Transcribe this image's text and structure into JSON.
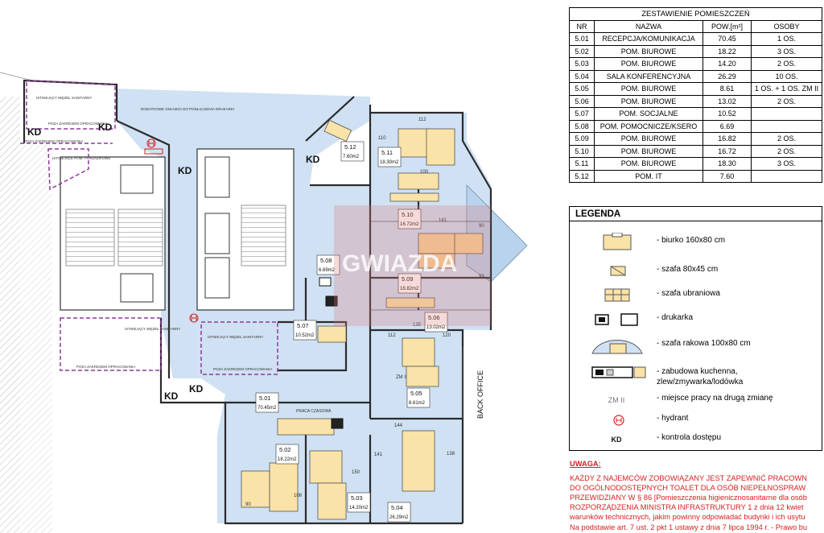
{
  "table": {
    "title": "ZESTAWIENIE POMIESZCZEŃ",
    "headers": [
      "NR",
      "NAZWA",
      "POW.[m²]",
      "OSOBY"
    ],
    "rows": [
      [
        "5.01",
        "RECEPCJA/KOMUNIKACJA",
        "70.45",
        "1 OS."
      ],
      [
        "5.02",
        "POM. BIUROWE",
        "18.22",
        "3 OS."
      ],
      [
        "5.03",
        "POM. BIUROWE",
        "14.20",
        "2 OS."
      ],
      [
        "5.04",
        "SALA KONFERENCYJNA",
        "26.29",
        "10 OS."
      ],
      [
        "5.05",
        "POM. BIUROWE",
        "8.61",
        "1 OS. + 1 OS. ZM II"
      ],
      [
        "5.06",
        "POM. BIUROWE",
        "13.02",
        "2 OS."
      ],
      [
        "5.07",
        "POM. SOCJALNE",
        "10.52",
        ""
      ],
      [
        "5.08",
        "POM. POMOCNICZE/KSERO",
        "6.69",
        ""
      ],
      [
        "5.09",
        "POM. BIUROWE",
        "16.82",
        "2 OS."
      ],
      [
        "5.10",
        "POM. BIUROWE",
        "16.72",
        "2 OS."
      ],
      [
        "5.11",
        "POM. BIUROWE",
        "18.30",
        "3 OS."
      ],
      [
        "5.12",
        "POM. IT",
        "7.60",
        ""
      ]
    ]
  },
  "legend": {
    "title": "LEGENDA",
    "items": [
      {
        "symbol": "desk-symbol",
        "label": "- biurko 160x80 cm"
      },
      {
        "symbol": "cabinet-symbol",
        "label": "- szafa 80x45 cm"
      },
      {
        "symbol": "wardrobe-symbol",
        "label": "- szafa ubraniowa"
      },
      {
        "symbol": "printer-symbol",
        "label": "- drukarka"
      },
      {
        "symbol": "rack-symbol",
        "label": "- szafa rakowa 100x80 cm"
      },
      {
        "symbol": "kitchen-symbol",
        "label": "- zabudowa kuchenna,\nzlew/zmywarka/lodówka"
      },
      {
        "symbol": "zm-text",
        "symbol_text": "ZM II",
        "label": "- miejsce pracy na drugą zmianę"
      },
      {
        "symbol": "hydrant-symbol",
        "label": "- hydrant"
      },
      {
        "symbol": "kd-text",
        "symbol_text": "KD",
        "label": "- kontrola dostępu"
      }
    ]
  },
  "notes": {
    "heading": "UWAGA:",
    "lines": [
      "KAŻDY Z NAJEMCÓW ZOBOWIĄZANY JEST ZAPEWNIĆ PRACOWN",
      "DO OGÓLNODOSTĘPNYCH TOALET DLA OSÓB NIEPEŁNOSPRAW",
      "PRZEWIDZIANY W § 86 [Pomieszczenia higienicznosanitarne dla osób",
      "ROZPORZĄDZENIA MINISTRA INFRASTRUKTURY 1 z dnia 12 kwiet",
      "warunków technicznych, jakim powinny odpowiadać budynki i ich usytu",
      "Na podstawie art. 7 ust. 2 pkt 1 ustawy z dnia 7 lipca 1994 r. - Prawo bu"
    ]
  },
  "plan": {
    "rooms": [
      {
        "nr": "5.01",
        "area": "70.45m2"
      },
      {
        "nr": "5.02",
        "area": "18.22m2"
      },
      {
        "nr": "5.03",
        "area": "14.20m2"
      },
      {
        "nr": "5.04",
        "area": "26.29m2"
      },
      {
        "nr": "5.05",
        "area": "8.61m2"
      },
      {
        "nr": "5.06",
        "area": "13.02m2"
      },
      {
        "nr": "5.07",
        "area": "10.52m2"
      },
      {
        "nr": "5.08",
        "area": "6.69m2"
      },
      {
        "nr": "5.09",
        "area": "16.82m2"
      },
      {
        "nr": "5.10",
        "area": "16.72m2"
      },
      {
        "nr": "5.11",
        "area": "18.30m2"
      },
      {
        "nr": "5.12",
        "area": "7.60m2"
      }
    ],
    "kd_label": "KD",
    "outside_scope": "POZA ZAKRESEM OPRACOWANIA",
    "existing_wc": "ISTNIEJĄCY WĘZEŁ SANITARNY",
    "existing_room": "ISTNIEJĄCE POM. PORZĄDKOWE",
    "extra_socket": "DODATKOWE GNIAZDO DO PODŁĄCZENIA DRUKARKI",
    "back_office": "BACK OFFICE",
    "work_area": "PRACA CZASOWA",
    "zm_ii": "ZM II",
    "watermark": "GWIAZDA",
    "dims": {
      "d112a": "112",
      "d110": "110",
      "d100": "100",
      "d141": "141",
      "d90": "90",
      "d93": "93",
      "d135": "135",
      "d120": "120",
      "d112b": "112",
      "d144": "144",
      "d138": "138",
      "d141b": "141",
      "d108": "108",
      "d150": "150",
      "d90b": "90"
    }
  },
  "colors": {
    "floor": "#cfe1f3",
    "wall": "#2b2b2b",
    "desk": "#f9e3a8",
    "scope_dash": "#8c3a9b",
    "note_red": "#d62020",
    "watermark": "#e07a7a"
  }
}
